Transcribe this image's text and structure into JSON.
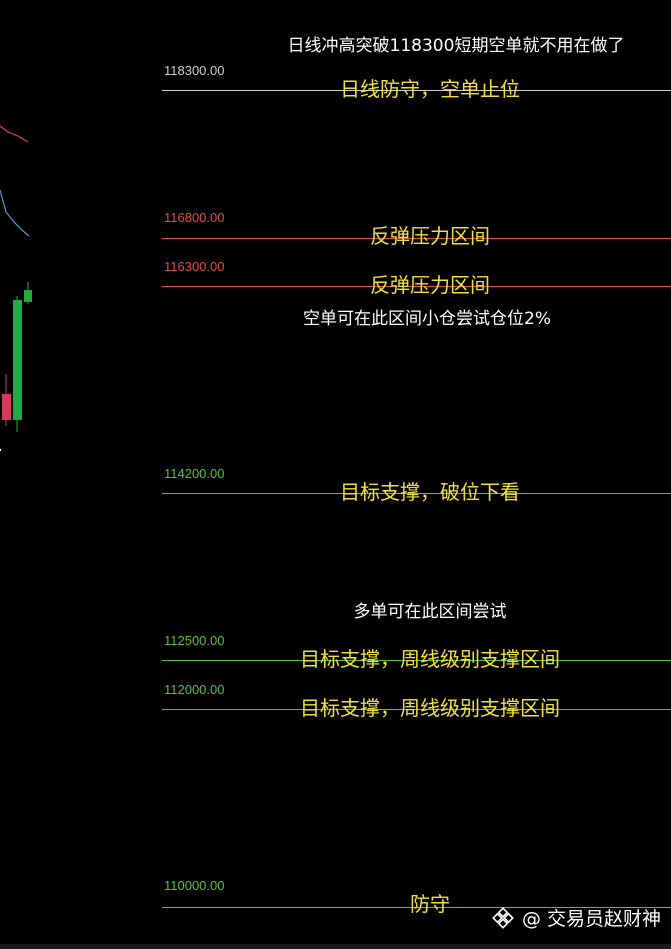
{
  "colors": {
    "background": "#000000",
    "white_level": "#cfcfcf",
    "resistance": "#e84a4a",
    "support": "#5fbf3a",
    "annotation_yellow": "#f0e040",
    "candle_up": "#22aa44",
    "candle_down": "#d63b5a",
    "ma_red": "#e84a4a",
    "ma_blue": "#5b9bd9"
  },
  "levels": [
    {
      "id": "l118300",
      "price": "118300.00",
      "color": "white",
      "annotation": "日线防守，空单止位"
    },
    {
      "id": "l116800",
      "price": "116800.00",
      "color": "red",
      "annotation": "反弹压力区间"
    },
    {
      "id": "l116300",
      "price": "116300.00",
      "color": "red",
      "annotation": "反弹压力区间"
    },
    {
      "id": "l114200",
      "price": "114200.00",
      "color": "green",
      "annotation": "目标支撑，破位下看"
    },
    {
      "id": "l112500",
      "price": "112500.00",
      "color": "green",
      "annotation": "目标支撑，周线级别支撑区间"
    },
    {
      "id": "l112000",
      "price": "112000.00",
      "color": "green",
      "annotation": "目标支撑，周线级别支撑区间"
    },
    {
      "id": "l110000",
      "price": "110000.00",
      "color": "green",
      "annotation": "防守"
    }
  ],
  "notes": {
    "top": "日线冲高突破118300短期空单就不用在做了",
    "short_zone": "空单可在此区间小仓尝试仓位2%",
    "long_zone": "多单可在此区间尝试"
  },
  "watermark": {
    "icon": "binance-square-icon",
    "text": "@ 交易员赵财神"
  }
}
